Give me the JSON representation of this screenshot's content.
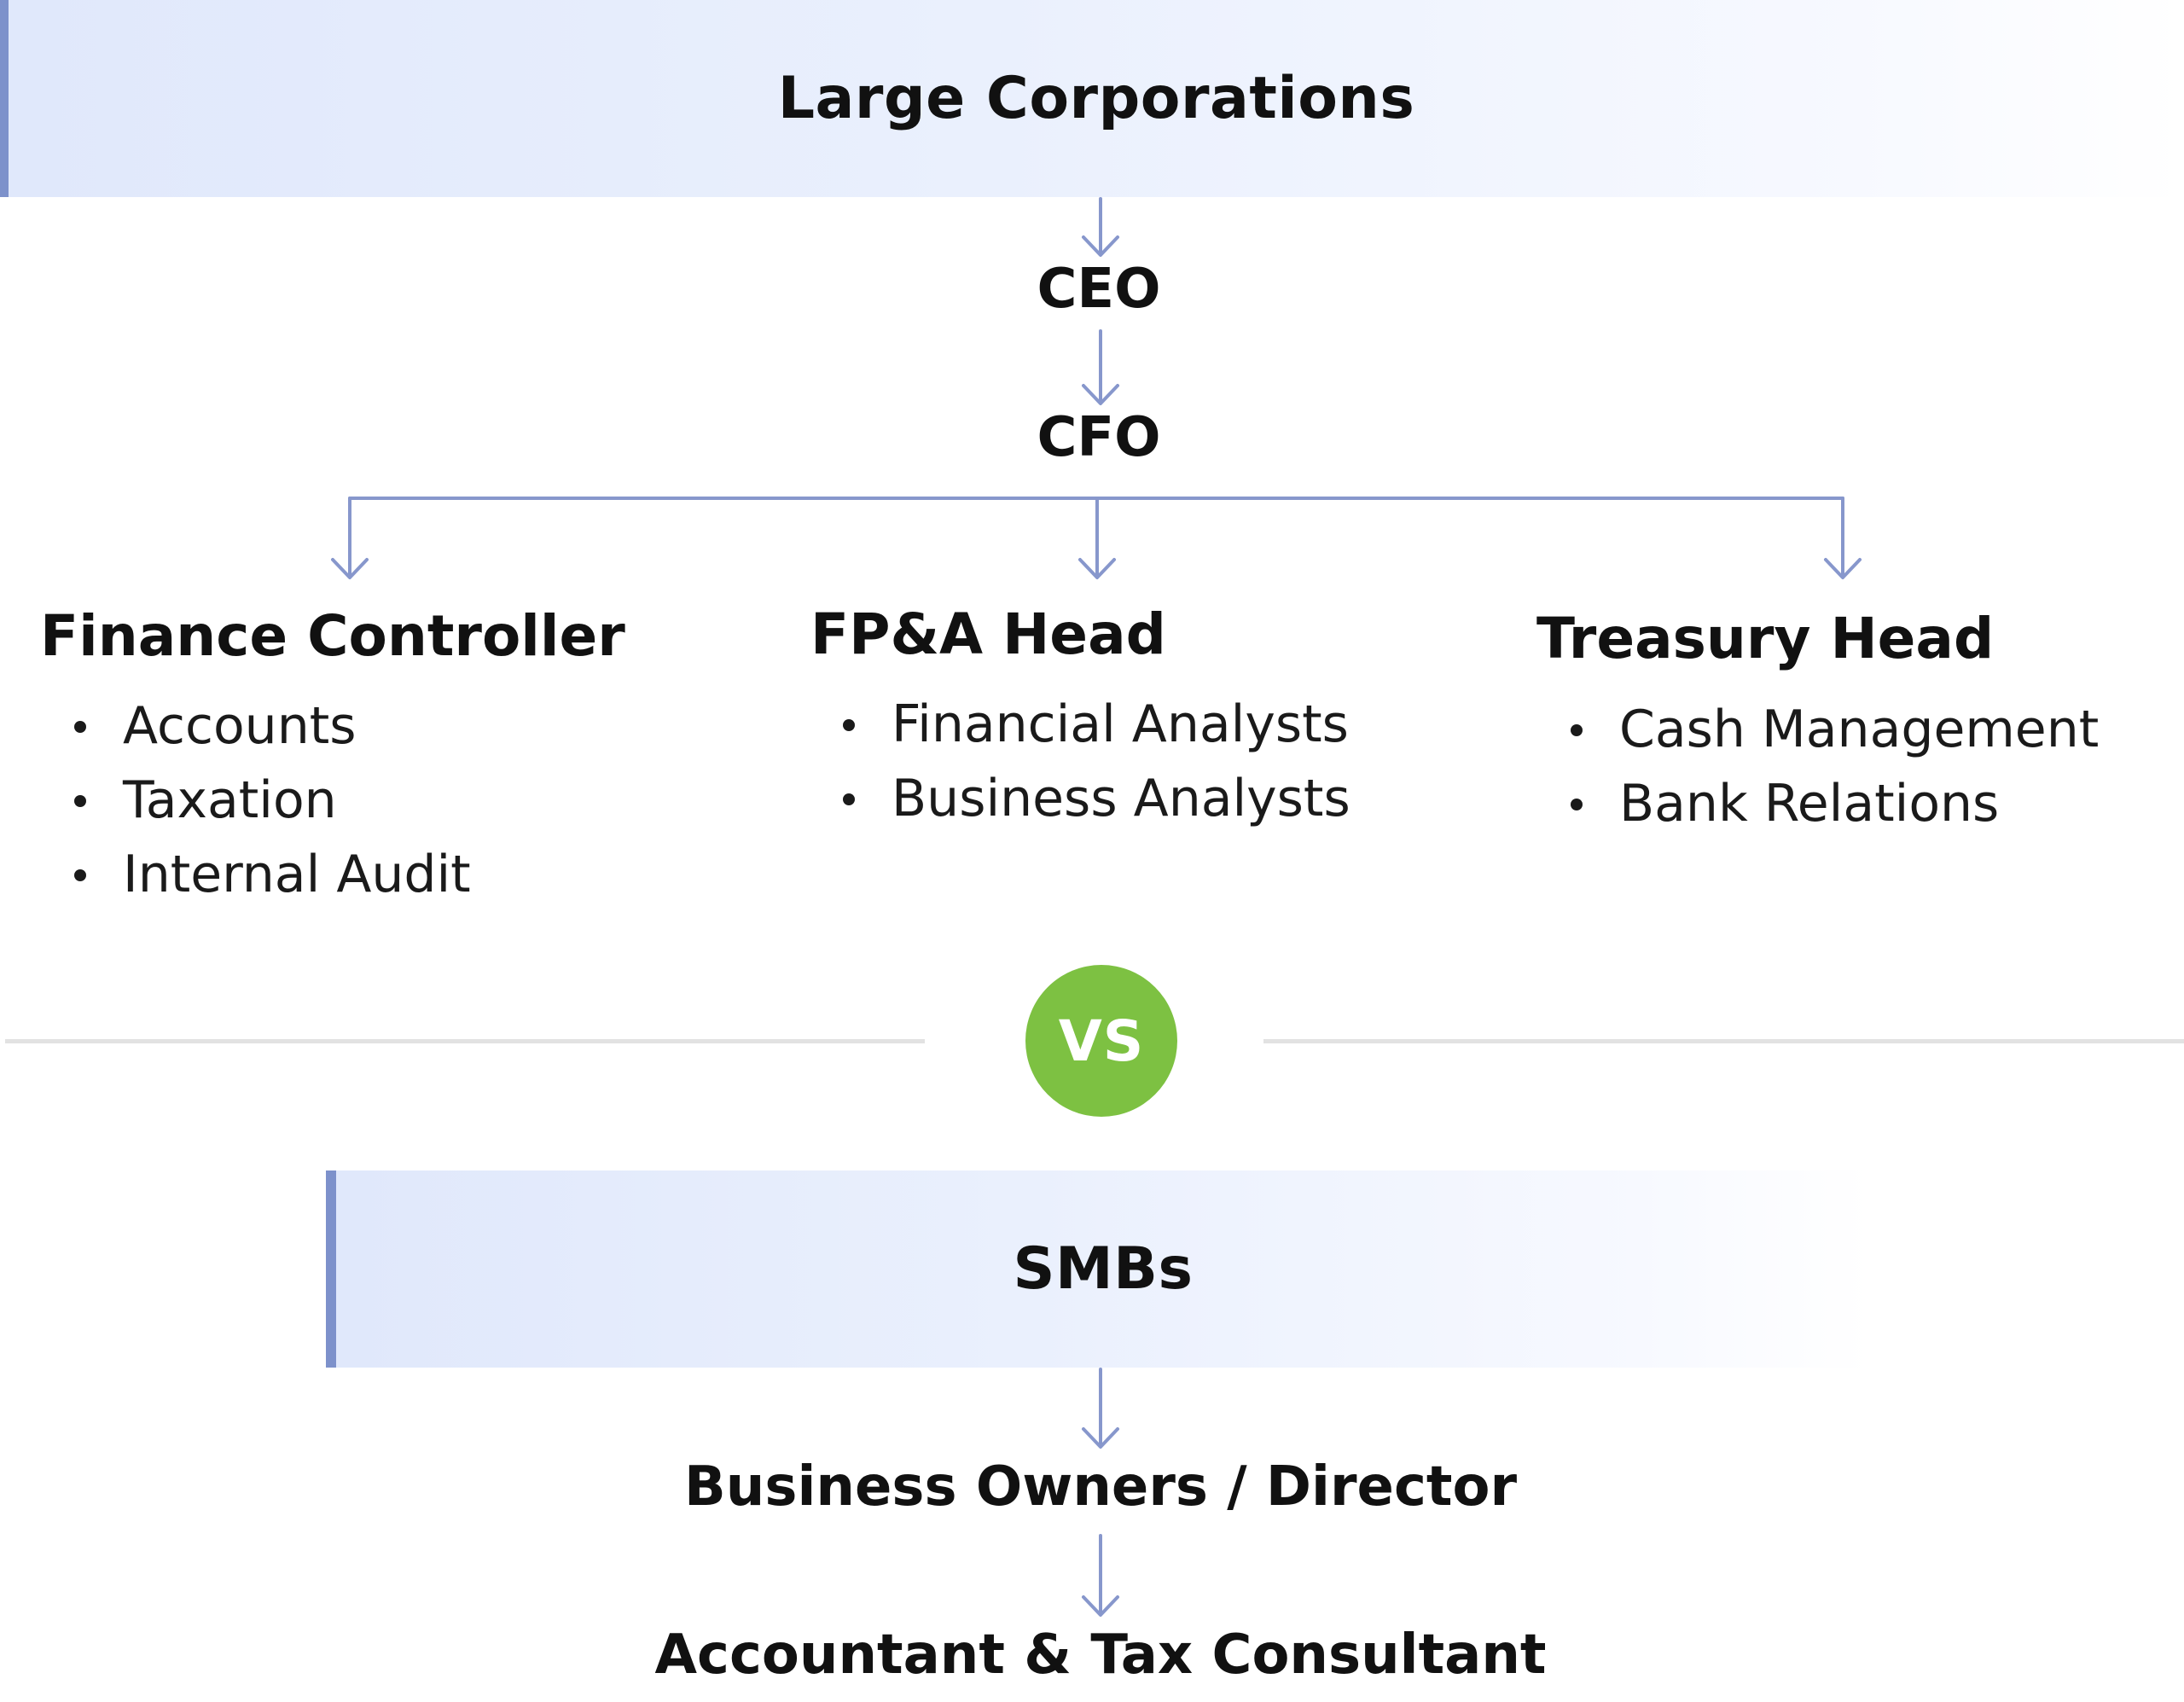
{
  "top_section": {
    "title": "Large Corporations",
    "chain": [
      "CEO",
      "CFO"
    ],
    "departments": [
      {
        "head": "Finance Controller",
        "items": [
          "Accounts",
          "Taxation",
          "Internal Audit"
        ]
      },
      {
        "head": "FP&A Head",
        "items": [
          "Financial Analysts",
          "Business Analysts"
        ]
      },
      {
        "head": "Treasury Head",
        "items": [
          "Cash Management",
          "Bank Relations"
        ]
      }
    ]
  },
  "divider": {
    "label": "VS"
  },
  "bottom_section": {
    "title": "SMBs",
    "chain": [
      "Business Owners / Director",
      "Accountant & Tax Consultant"
    ]
  },
  "colors": {
    "connector": "#8797cc",
    "banner_accent": "#7d91cb",
    "vs_badge": "#7dc142",
    "divider_line": "#e2e2e2"
  }
}
